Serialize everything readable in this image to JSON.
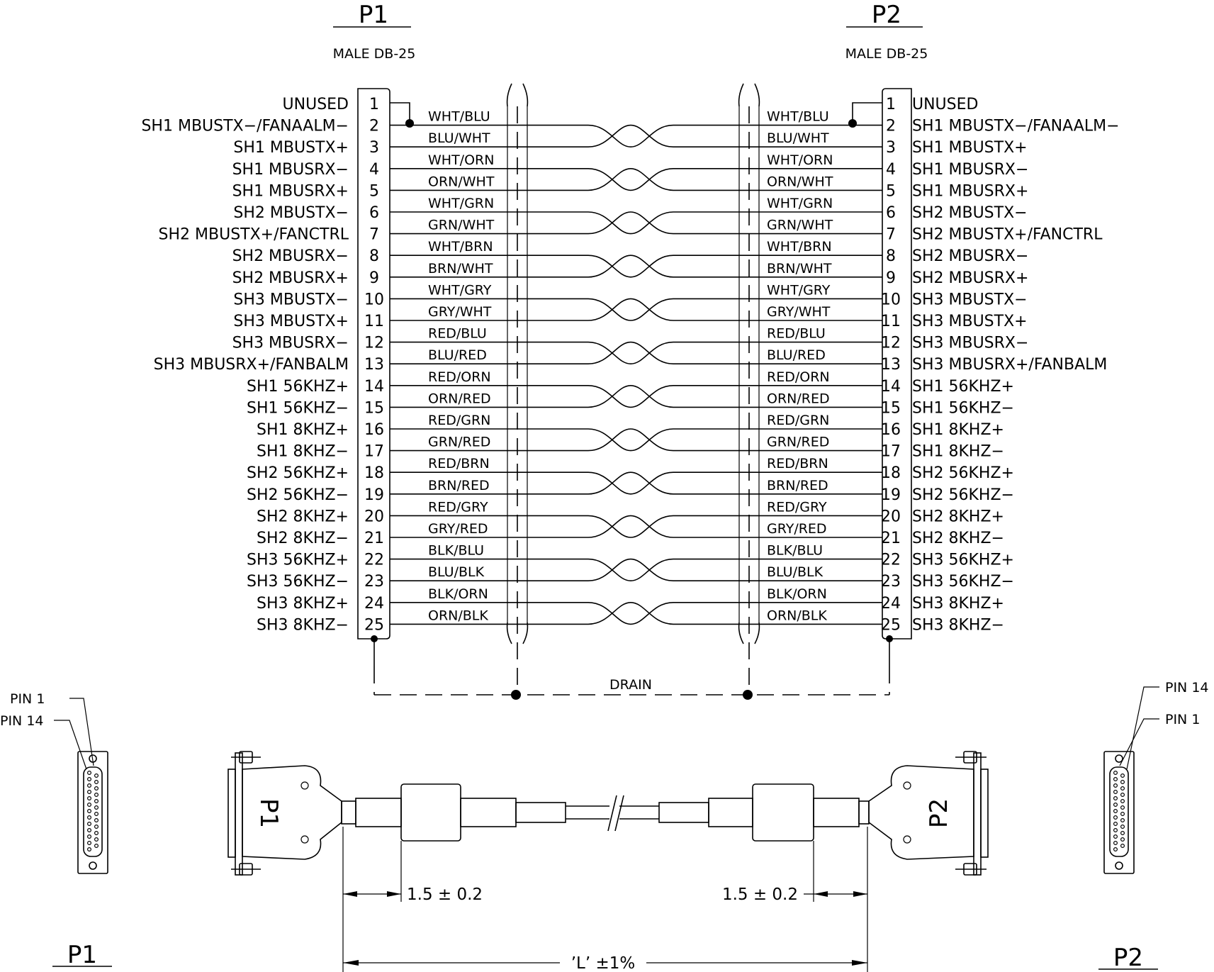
{
  "connectors": {
    "p1": {
      "title": "P1",
      "type": "MALE DB-25"
    },
    "p2": {
      "title": "P2",
      "type": "MALE DB-25"
    }
  },
  "pins": [
    {
      "num": "1",
      "signal": "UNUSED",
      "wire": ""
    },
    {
      "num": "2",
      "signal": "SH1  MBUSTX−/FANAALM−",
      "wire": "WHT/BLU"
    },
    {
      "num": "3",
      "signal": "SH1  MBUSTX+",
      "wire": "BLU/WHT"
    },
    {
      "num": "4",
      "signal": "SH1  MBUSRX−",
      "wire": "WHT/ORN"
    },
    {
      "num": "5",
      "signal": "SH1  MBUSRX+",
      "wire": "ORN/WHT"
    },
    {
      "num": "6",
      "signal": "SH2  MBUSTX−",
      "wire": "WHT/GRN"
    },
    {
      "num": "7",
      "signal": "SH2  MBUSTX+/FANCTRL",
      "wire": "GRN/WHT"
    },
    {
      "num": "8",
      "signal": "SH2  MBUSRX−",
      "wire": "WHT/BRN"
    },
    {
      "num": "9",
      "signal": "SH2  MBUSRX+",
      "wire": "BRN/WHT"
    },
    {
      "num": "10",
      "signal": "SH3  MBUSTX−",
      "wire": "WHT/GRY"
    },
    {
      "num": "11",
      "signal": "SH3  MBUSTX+",
      "wire": "GRY/WHT"
    },
    {
      "num": "12",
      "signal": "SH3  MBUSRX−",
      "wire": "RED/BLU"
    },
    {
      "num": "13",
      "signal": "SH3  MBUSRX+/FANBALM",
      "wire": "BLU/RED"
    },
    {
      "num": "14",
      "signal": "SH1  56KHZ+",
      "wire": "RED/ORN"
    },
    {
      "num": "15",
      "signal": "SH1  56KHZ−",
      "wire": "ORN/RED"
    },
    {
      "num": "16",
      "signal": "SH1  8KHZ+",
      "wire": "RED/GRN"
    },
    {
      "num": "17",
      "signal": "SH1  8KHZ−",
      "wire": "GRN/RED"
    },
    {
      "num": "18",
      "signal": "SH2  56KHZ+",
      "wire": "RED/BRN"
    },
    {
      "num": "19",
      "signal": "SH2  56KHZ−",
      "wire": "BRN/RED"
    },
    {
      "num": "20",
      "signal": "SH2  8KHZ+",
      "wire": "RED/GRY"
    },
    {
      "num": "21",
      "signal": "SH2  8KHZ−",
      "wire": "GRY/RED"
    },
    {
      "num": "22",
      "signal": "SH3  56KHZ+",
      "wire": "BLK/BLU"
    },
    {
      "num": "23",
      "signal": "SH3  56KHZ−",
      "wire": "BLU/BLK"
    },
    {
      "num": "24",
      "signal": "SH3  8KHZ+",
      "wire": "BLK/ORN"
    },
    {
      "num": "25",
      "signal": "SH3  8KHZ−",
      "wire": "ORN/BLK"
    }
  ],
  "drain_label": "DRAIN",
  "pin_callouts": {
    "pin1": "PIN  1",
    "pin14": "PIN  14"
  },
  "cable": {
    "p1_body_label": "P1",
    "p2_body_label": "P2",
    "left_dim": "1.5  ±  0.2",
    "right_dim": "1.5  ±  0.2",
    "length_dim": "’L’  ±1%"
  },
  "views": {
    "left_title": "P1",
    "right_title": "P2"
  }
}
